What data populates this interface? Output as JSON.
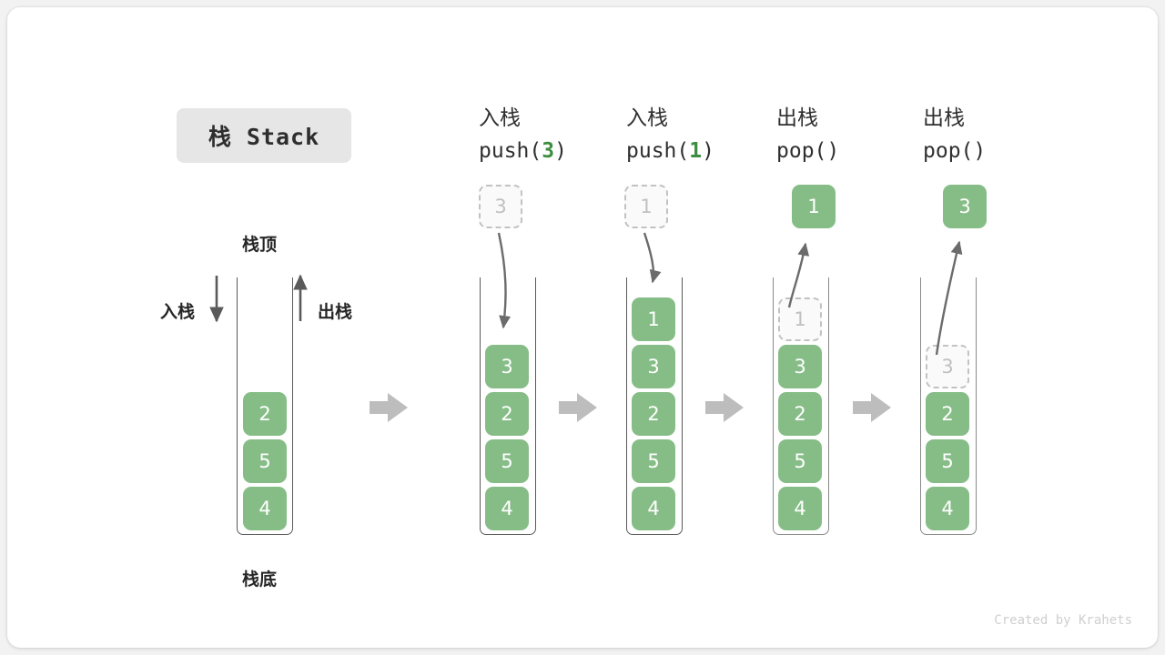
{
  "title": {
    "text": "栈 Stack"
  },
  "labels": {
    "top": "栈顶",
    "bottom": "栈底",
    "push": "入栈",
    "pop": "出栈"
  },
  "footer": {
    "credit": "Created by Krahets"
  },
  "colors": {
    "element_green": "#86bd87",
    "highlight_green": "#3e8e41",
    "ghost_border": "#c2c2c2",
    "arrow_grey": "#6b6b6b",
    "block_arrow_grey": "#bdbdbd",
    "chip_bg": "#e6e6e6",
    "card_bg": "#ffffff",
    "page_bg": "#f2f2f2"
  },
  "stages": [
    {
      "id": "initial",
      "head_cn": "",
      "head_code": "",
      "head_code_arg": "",
      "cells": [
        "2",
        "5",
        "4"
      ],
      "ghost": null,
      "flying": null
    },
    {
      "id": "push-3",
      "head_cn": "入栈",
      "head_code_pre": "push(",
      "head_code_arg": "3",
      "head_code_post": ")",
      "cells": [
        "3",
        "2",
        "5",
        "4"
      ],
      "ghost": {
        "value": "3",
        "position": "above"
      },
      "flying": null
    },
    {
      "id": "push-1",
      "head_cn": "入栈",
      "head_code_pre": "push(",
      "head_code_arg": "1",
      "head_code_post": ")",
      "cells": [
        "1",
        "3",
        "2",
        "5",
        "4"
      ],
      "ghost": {
        "value": "1",
        "position": "above"
      },
      "flying": null
    },
    {
      "id": "pop-1",
      "head_cn": "出栈",
      "head_code_pre": "pop(",
      "head_code_arg": "",
      "head_code_post": ")",
      "cells": [
        "3",
        "2",
        "5",
        "4"
      ],
      "ghost": {
        "value": "1",
        "position": "in-stack-slot-0"
      },
      "flying": {
        "value": "1"
      }
    },
    {
      "id": "pop-3",
      "head_cn": "出栈",
      "head_code_pre": "pop(",
      "head_code_arg": "",
      "head_code_post": ")",
      "cells": [
        "2",
        "5",
        "4"
      ],
      "ghost": {
        "value": "3",
        "position": "in-stack-slot-1"
      },
      "flying": {
        "value": "3"
      }
    }
  ]
}
